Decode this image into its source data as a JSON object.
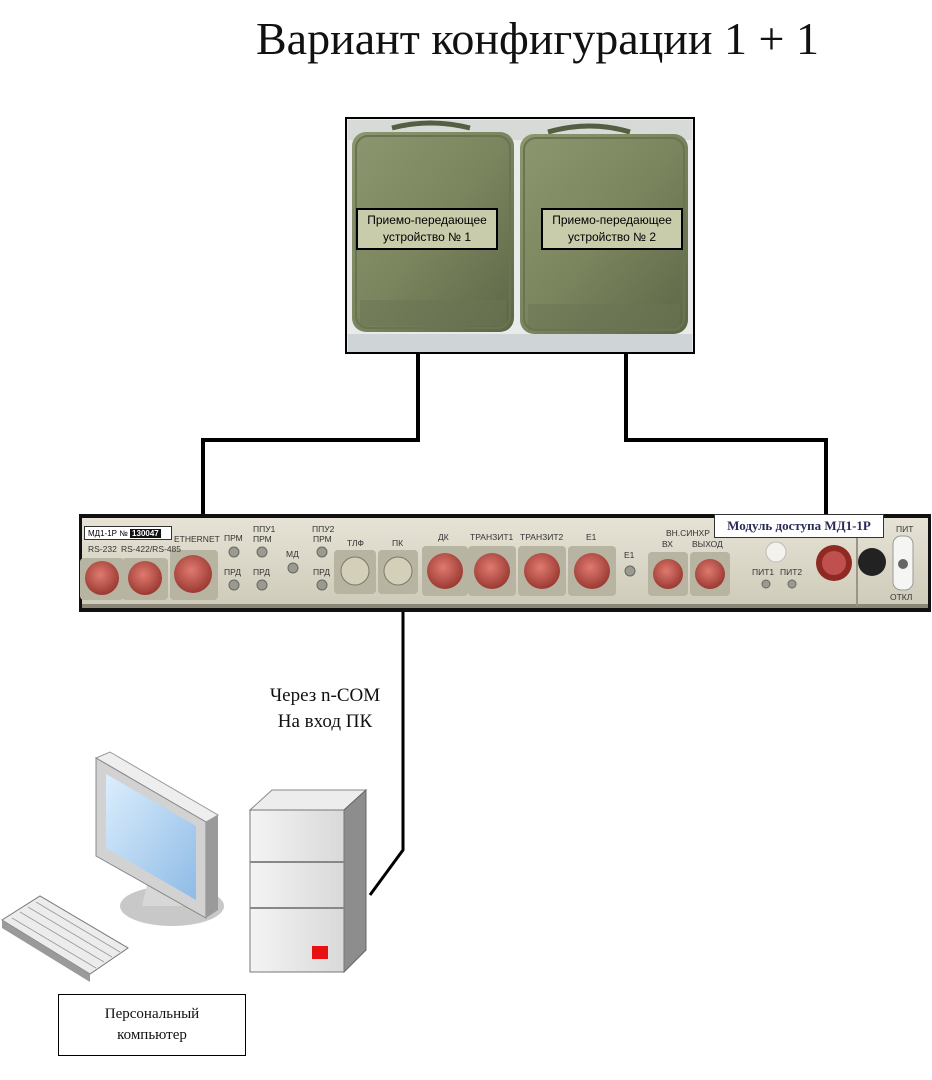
{
  "title": "Вариант конфигурации 1 + 1",
  "devices": {
    "device1_label": "Приемо-передающее устройство № 1",
    "device2_label": "Приемо-передающее устройство № 2"
  },
  "module": {
    "title": "Модуль доступа МД1-1Р",
    "model": "МД1-1Р",
    "serial_prefix": "№",
    "serial_number": "130047",
    "ports": {
      "rs232": "RS-232",
      "rs422": "RS-422/RS-485",
      "ethernet": "ETHERNET",
      "prm": "ПРМ",
      "prd": "ПРД",
      "ppu1": "ППУ1",
      "ppu1_prm": "ПРМ",
      "ppu1_prd": "ПРД",
      "md": "МД",
      "ppu2": "ППУ2",
      "ppu2_prm": "ПРМ",
      "ppu2_prd": "ПРД",
      "tlf": "ТЛФ",
      "pk": "ПК",
      "dk": "ДК",
      "transit1": "ТРАНЗИТ1",
      "transit2": "ТРАНЗИТ2",
      "e1": "Е1",
      "e1_led": "Е1",
      "sync": "ВН.СИНХР",
      "sync_in": "ВХ",
      "sync_out": "ВЫХОД",
      "pit1": "ПИТ1",
      "pit2": "ПИТ2",
      "pit": "ПИТ",
      "otkl": "ОТКЛ"
    }
  },
  "connection_note": {
    "line1": "Через n-COM",
    "line2": "На вход ПК"
  },
  "pc_caption": {
    "line1": "Персональный",
    "line2": "компьютер"
  },
  "colors": {
    "device_body": "#7f8a64",
    "device_dark": "#5e6748",
    "panel": "#dedbcc",
    "connector": "#c0504d",
    "power_led": "#e81010"
  }
}
